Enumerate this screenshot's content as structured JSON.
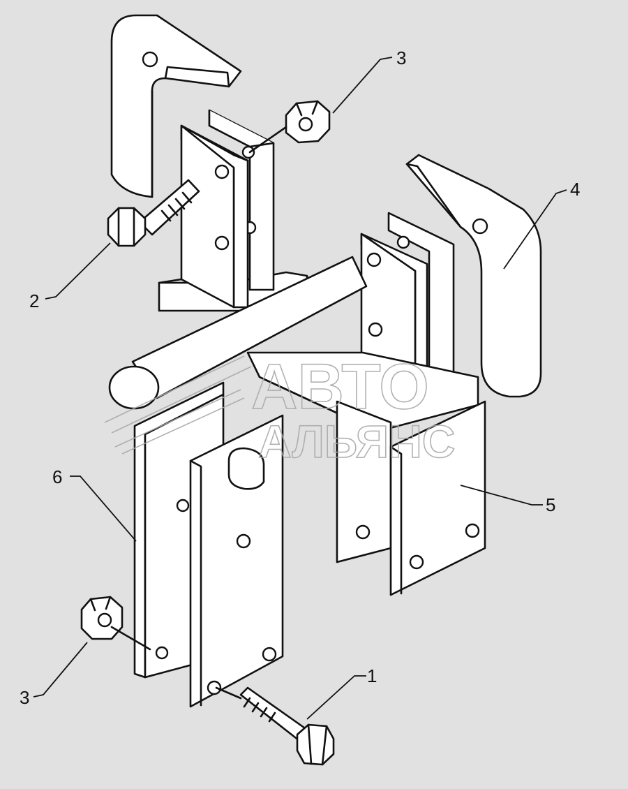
{
  "callouts": [
    {
      "id": "bolt-bottom",
      "label": "1"
    },
    {
      "id": "bolt-top",
      "label": "2"
    },
    {
      "id": "nut-top",
      "label": "3"
    },
    {
      "id": "nut-bottom",
      "label": "3"
    },
    {
      "id": "hook-right",
      "label": "4"
    },
    {
      "id": "bracket-right",
      "label": "5"
    },
    {
      "id": "bracket-left",
      "label": "6"
    }
  ],
  "watermark": {
    "line1": "АВТО",
    "line2": "АЛЬЯНС"
  },
  "colors": {
    "background": "#e1e1e1",
    "line": "#111111",
    "fill": "#ffffff",
    "watermark": "#a9a9a9"
  }
}
